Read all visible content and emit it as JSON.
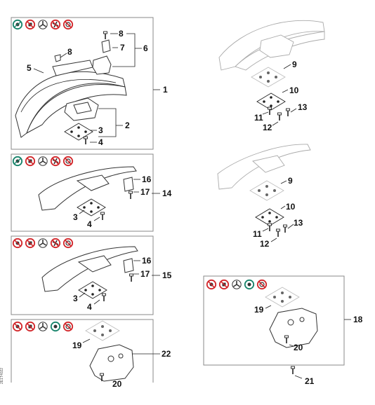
{
  "drawing_code": "2E1T4022",
  "accent_colors": {
    "forbidden": "#d2262a",
    "allowed": "#16836a",
    "line": "#222222"
  },
  "panels": [
    {
      "id": "p1",
      "labels": {
        "a": "8",
        "b": "7",
        "c": "6",
        "d": "8",
        "e": "5",
        "f": "1",
        "g": "3",
        "h": "2",
        "i": "4"
      },
      "icons": [
        "allowed-mowing-head-icon",
        "forbidden-metal-blade-icon",
        "forbidden-grass-blade-icon",
        "forbidden-brush-knife-icon",
        "forbidden-saw-blade-icon"
      ]
    },
    {
      "id": "p2",
      "labels": {
        "a": "16",
        "b": "17",
        "c": "14",
        "d": "3",
        "e": "4"
      },
      "icons": [
        "allowed-mowing-head-icon",
        "forbidden-metal-blade-icon",
        "forbidden-grass-blade-icon",
        "forbidden-brush-knife-icon",
        "forbidden-saw-blade-icon"
      ]
    },
    {
      "id": "p3",
      "labels": {
        "a": "16",
        "b": "17",
        "c": "15",
        "d": "3",
        "e": "4"
      },
      "icons": [
        "forbidden-mowing-head-icon",
        "forbidden-metal-blade-icon",
        "forbidden-grass-blade-icon",
        "allowed-brush-knife-icon",
        "forbidden-saw-blade-icon"
      ]
    },
    {
      "id": "p4",
      "labels": {
        "a": "19",
        "b": "22",
        "c": "20"
      },
      "icons": [
        "forbidden-mowing-head-icon",
        "forbidden-metal-blade-icon",
        "forbidden-grass-blade-icon",
        "allowed-brush-knife-icon",
        "forbidden-saw-blade-icon"
      ]
    },
    {
      "id": "r1",
      "labels": {
        "a": "9",
        "b": "10",
        "c": "11",
        "d": "13",
        "e": "12"
      }
    },
    {
      "id": "r2",
      "labels": {
        "a": "9",
        "b": "10",
        "c": "11",
        "d": "13",
        "e": "12"
      }
    },
    {
      "id": "r3",
      "labels": {
        "a": "19",
        "b": "18",
        "c": "20",
        "d": "21"
      },
      "icons": [
        "forbidden-mowing-head-icon",
        "forbidden-metal-blade-icon",
        "forbidden-grass-blade-icon",
        "allowed-brush-knife-icon",
        "forbidden-saw-blade-icon"
      ]
    }
  ]
}
